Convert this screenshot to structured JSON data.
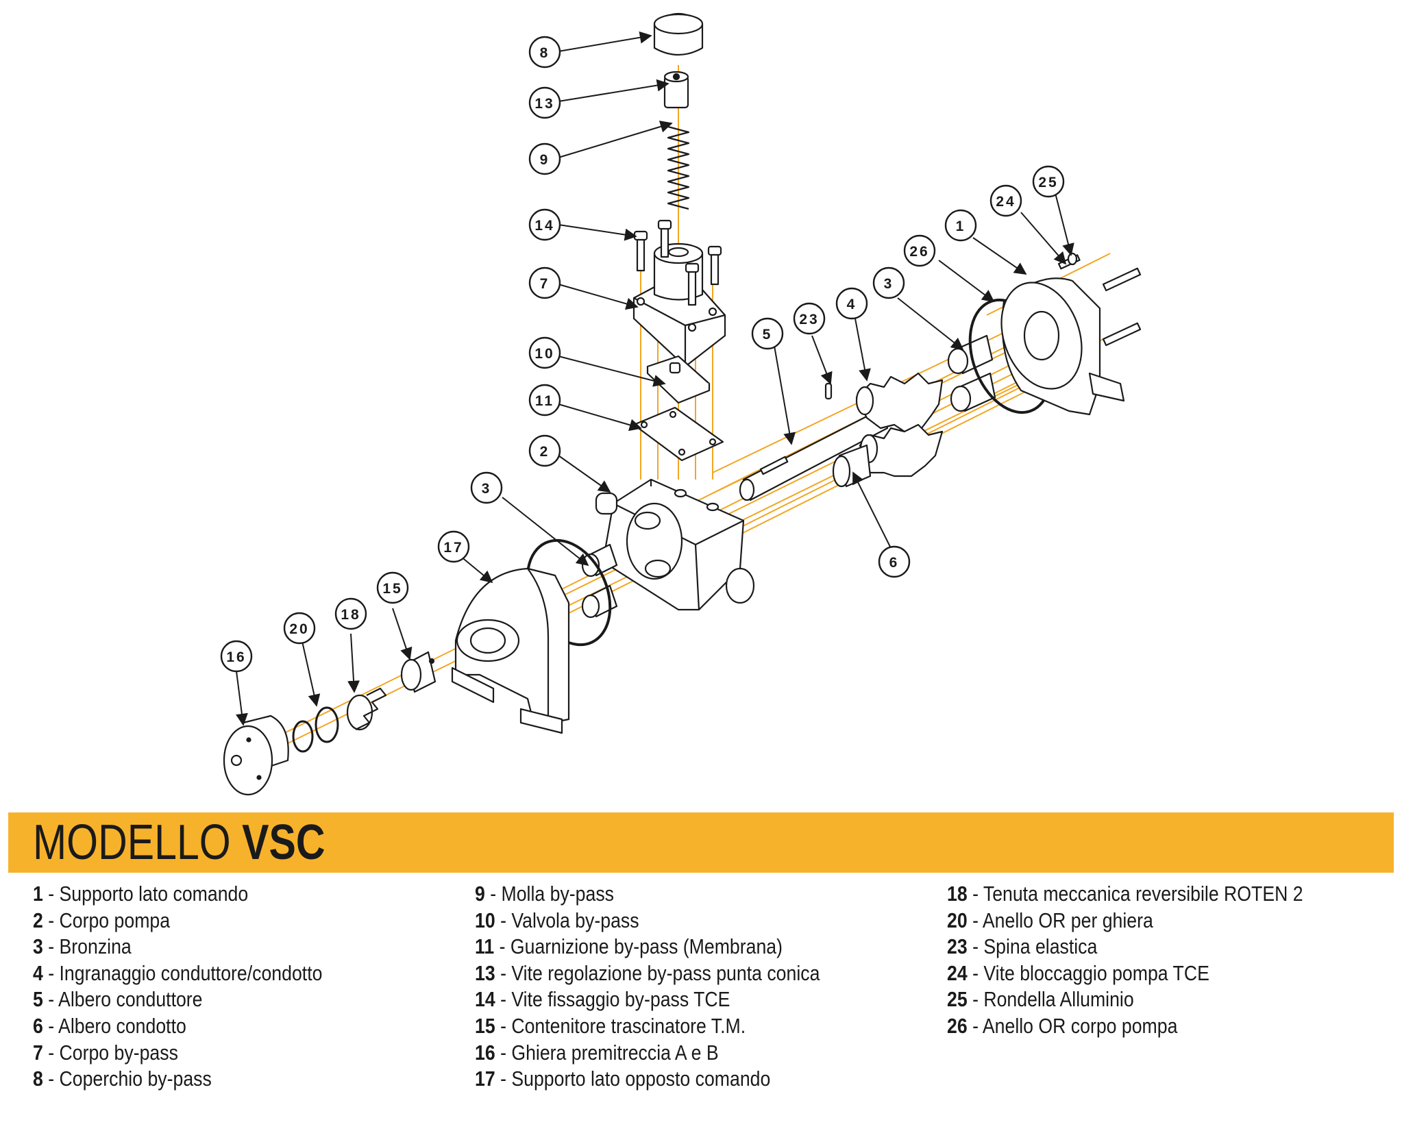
{
  "colors": {
    "accent": "#f7b22b",
    "leader": "#f2a623",
    "line": "#1a1a1a"
  },
  "callouts": [
    "1",
    "2",
    "3",
    "3",
    "4",
    "5",
    "6",
    "7",
    "8",
    "9",
    "10",
    "11",
    "13",
    "14",
    "15",
    "16",
    "17",
    "18",
    "20",
    "23",
    "24",
    "25",
    "26"
  ],
  "banner": {
    "title_light": "MODELLO ",
    "title_bold": "VSC"
  },
  "legend": {
    "col1": [
      {
        "num": "1",
        "text": " - Supporto lato comando"
      },
      {
        "num": "2",
        "text": " - Corpo pompa"
      },
      {
        "num": "3",
        "text": " - Bronzina"
      },
      {
        "num": "4",
        "text": " - Ingranaggio conduttore/condotto"
      },
      {
        "num": "5",
        "text": " - Albero conduttore"
      },
      {
        "num": "6",
        "text": " - Albero condotto"
      },
      {
        "num": "7",
        "text": " - Corpo by-pass"
      },
      {
        "num": "8",
        "text": " - Coperchio by-pass"
      }
    ],
    "col2": [
      {
        "num": "9",
        "text": " - Molla by-pass"
      },
      {
        "num": "10",
        "text": " - Valvola by-pass"
      },
      {
        "num": "11",
        "text": " - Guarnizione by-pass (Membrana)"
      },
      {
        "num": "13",
        "text": " - Vite regolazione by-pass punta conica"
      },
      {
        "num": "14",
        "text": " - Vite fissaggio by-pass TCE"
      },
      {
        "num": "15",
        "text": " - Contenitore trascinatore T.M."
      },
      {
        "num": "16",
        "text": " - Ghiera premitreccia A e B"
      },
      {
        "num": "17",
        "text": " - Supporto lato opposto comando"
      }
    ],
    "col3": [
      {
        "num": "18",
        "text": " - Tenuta meccanica reversibile ROTEN 2"
      },
      {
        "num": "20",
        "text": " - Anello OR per ghiera"
      },
      {
        "num": "23",
        "text": " - Spina elastica"
      },
      {
        "num": "24",
        "text": " - Vite bloccaggio pompa TCE"
      },
      {
        "num": "25",
        "text": " - Rondella Alluminio"
      },
      {
        "num": "26",
        "text": " - Anello OR corpo pompa"
      }
    ]
  }
}
